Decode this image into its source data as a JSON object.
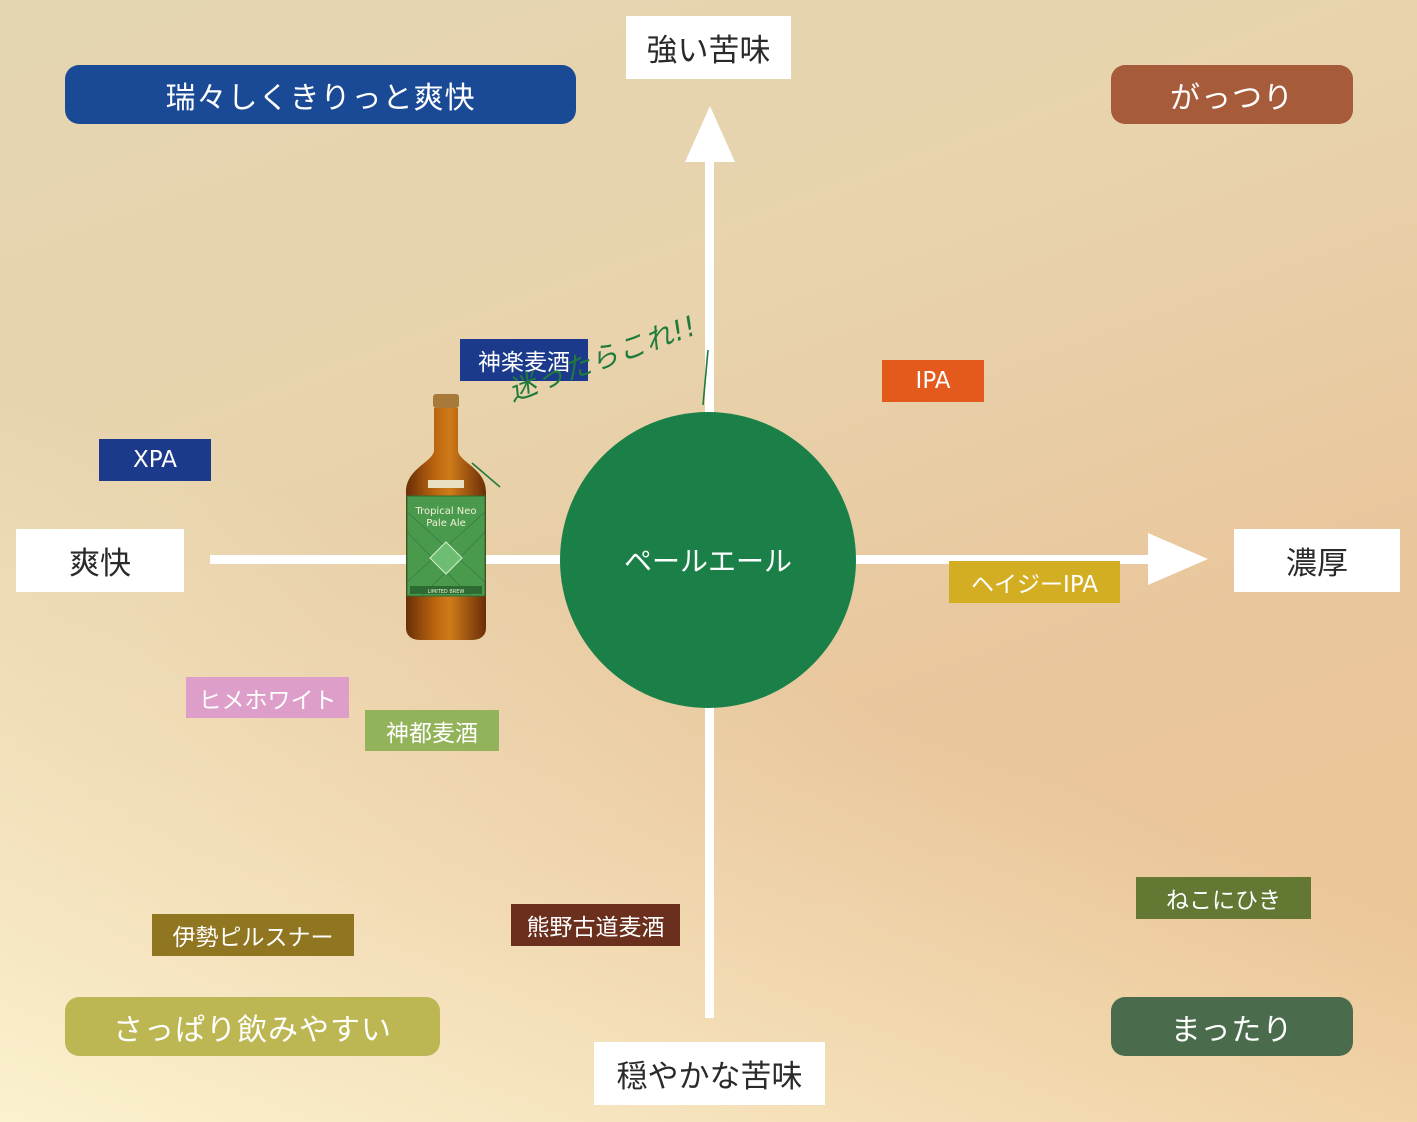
{
  "axes": {
    "top": "強い苦味",
    "bottom": "穏やかな苦味",
    "left": "爽快",
    "right": "濃厚"
  },
  "quadrants": {
    "top_left": {
      "label": "瑞々しくきりっと爽快",
      "color": "#1a4a95"
    },
    "top_right": {
      "label": "がっつり",
      "color": "#a65b3a"
    },
    "bottom_left": {
      "label": "さっぱり飲みやすい",
      "color": "#bcb653"
    },
    "bottom_right": {
      "label": "まったり",
      "color": "#4a6b4c"
    }
  },
  "center": {
    "label": "ペールエール",
    "color": "#1a8048"
  },
  "callout": {
    "text": "迷ったらこれ!!"
  },
  "product": {
    "line1": "Tropical Neo",
    "line2": "Pale Ale",
    "badge": "LIMITED BREW"
  },
  "beers": [
    {
      "name": "神楽麦酒",
      "color": "#1b3a8c"
    },
    {
      "name": "XPA",
      "color": "#1b3a8c"
    },
    {
      "name": "IPA",
      "color": "#e35a1c"
    },
    {
      "name": "ヘイジーIPA",
      "color": "#d4ae22"
    },
    {
      "name": "ヒメホワイト",
      "color": "#dd9fc9"
    },
    {
      "name": "神都麦酒",
      "color": "#93b35a"
    },
    {
      "name": "伊勢ピルスナー",
      "color": "#907620"
    },
    {
      "name": "熊野古道麦酒",
      "color": "#6b2f1d"
    },
    {
      "name": "ねこにひき",
      "color": "#627833"
    }
  ]
}
